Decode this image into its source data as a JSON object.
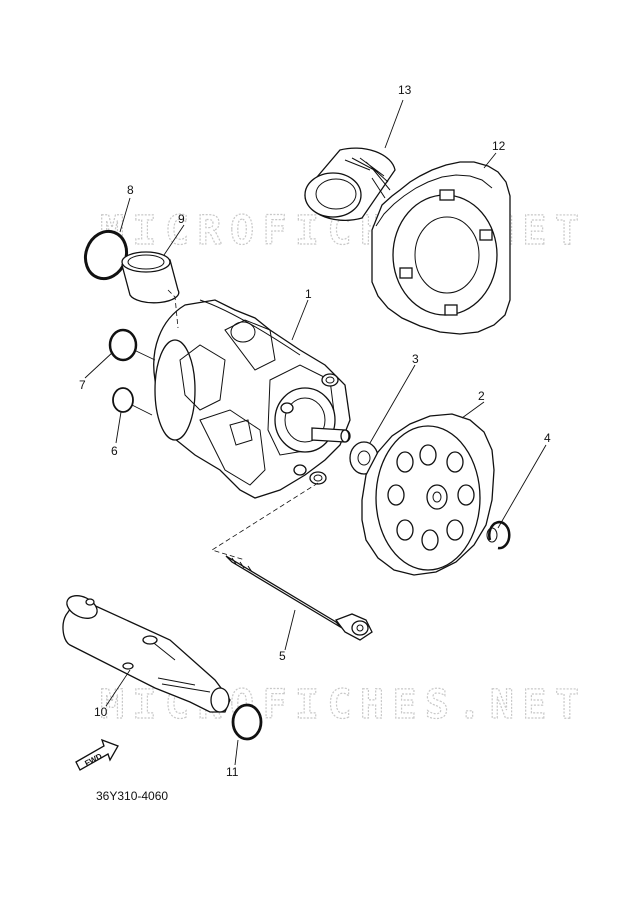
{
  "diagram": {
    "part_code": "36Y310-4060",
    "fwd_label": "FWD",
    "watermark": "MICROFICHES.NET",
    "callouts": [
      "1",
      "2",
      "3",
      "4",
      "5",
      "6",
      "7",
      "8",
      "9",
      "10",
      "11",
      "12",
      "13"
    ]
  }
}
